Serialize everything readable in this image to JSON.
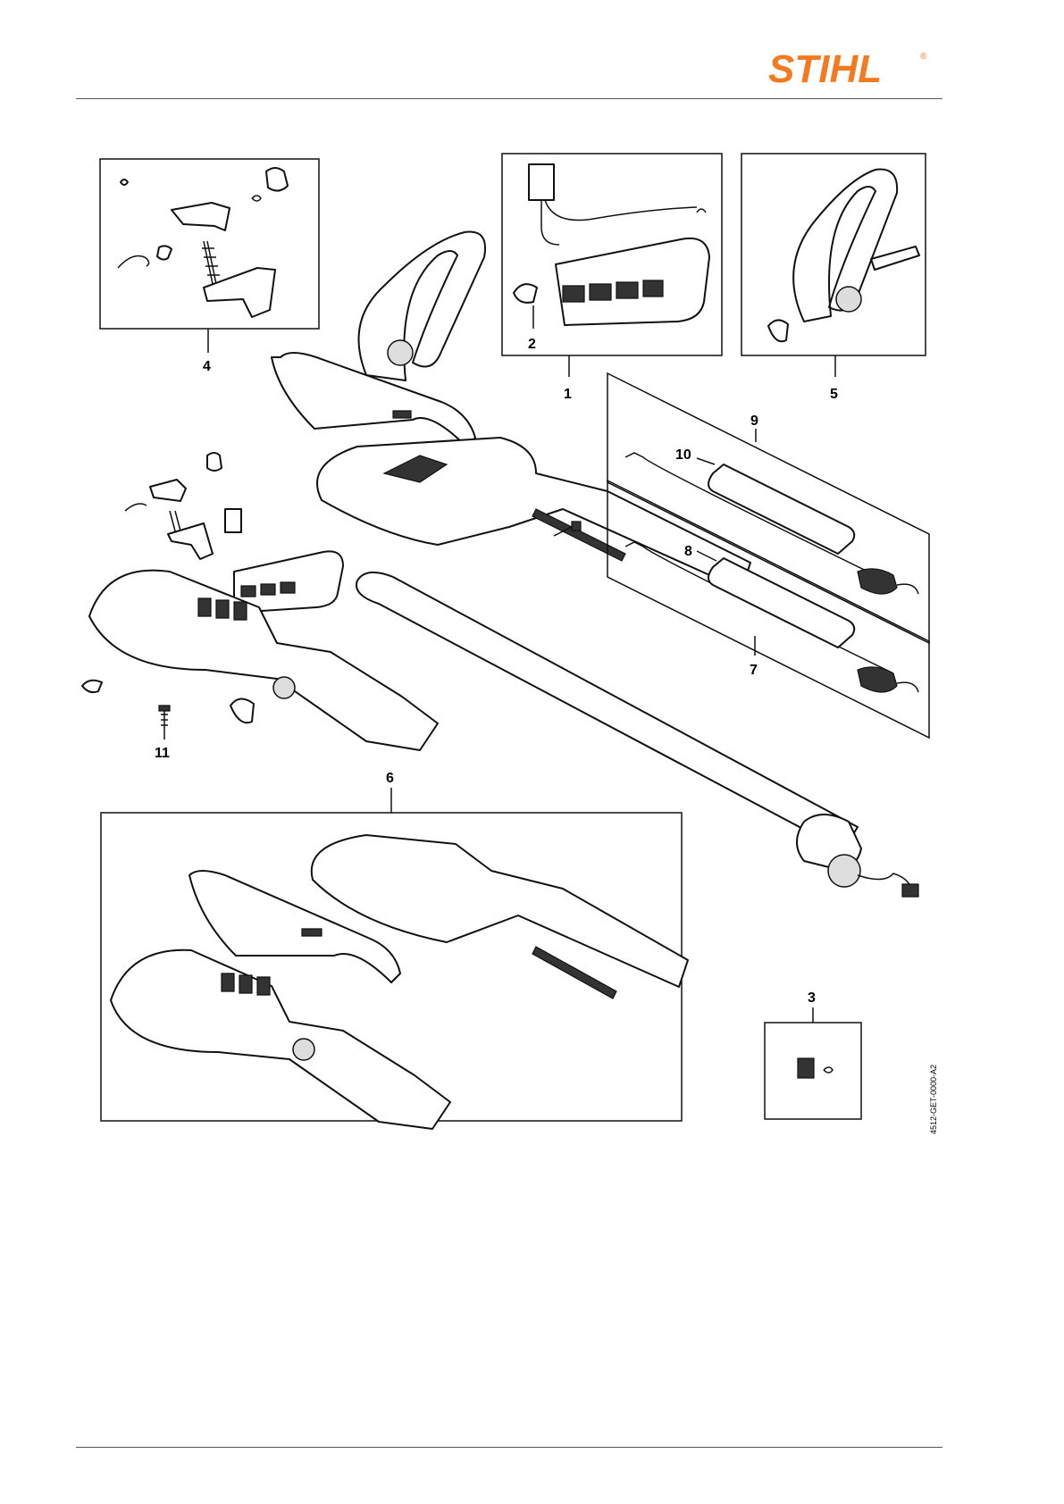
{
  "brand": {
    "name": "STIHL",
    "registered": "®",
    "color": "#f47a20"
  },
  "callouts": [
    "1",
    "2",
    "3",
    "4",
    "5",
    "6",
    "7",
    "8",
    "9",
    "10",
    "11"
  ],
  "drawing_code": "4512-GET-0000-A2"
}
